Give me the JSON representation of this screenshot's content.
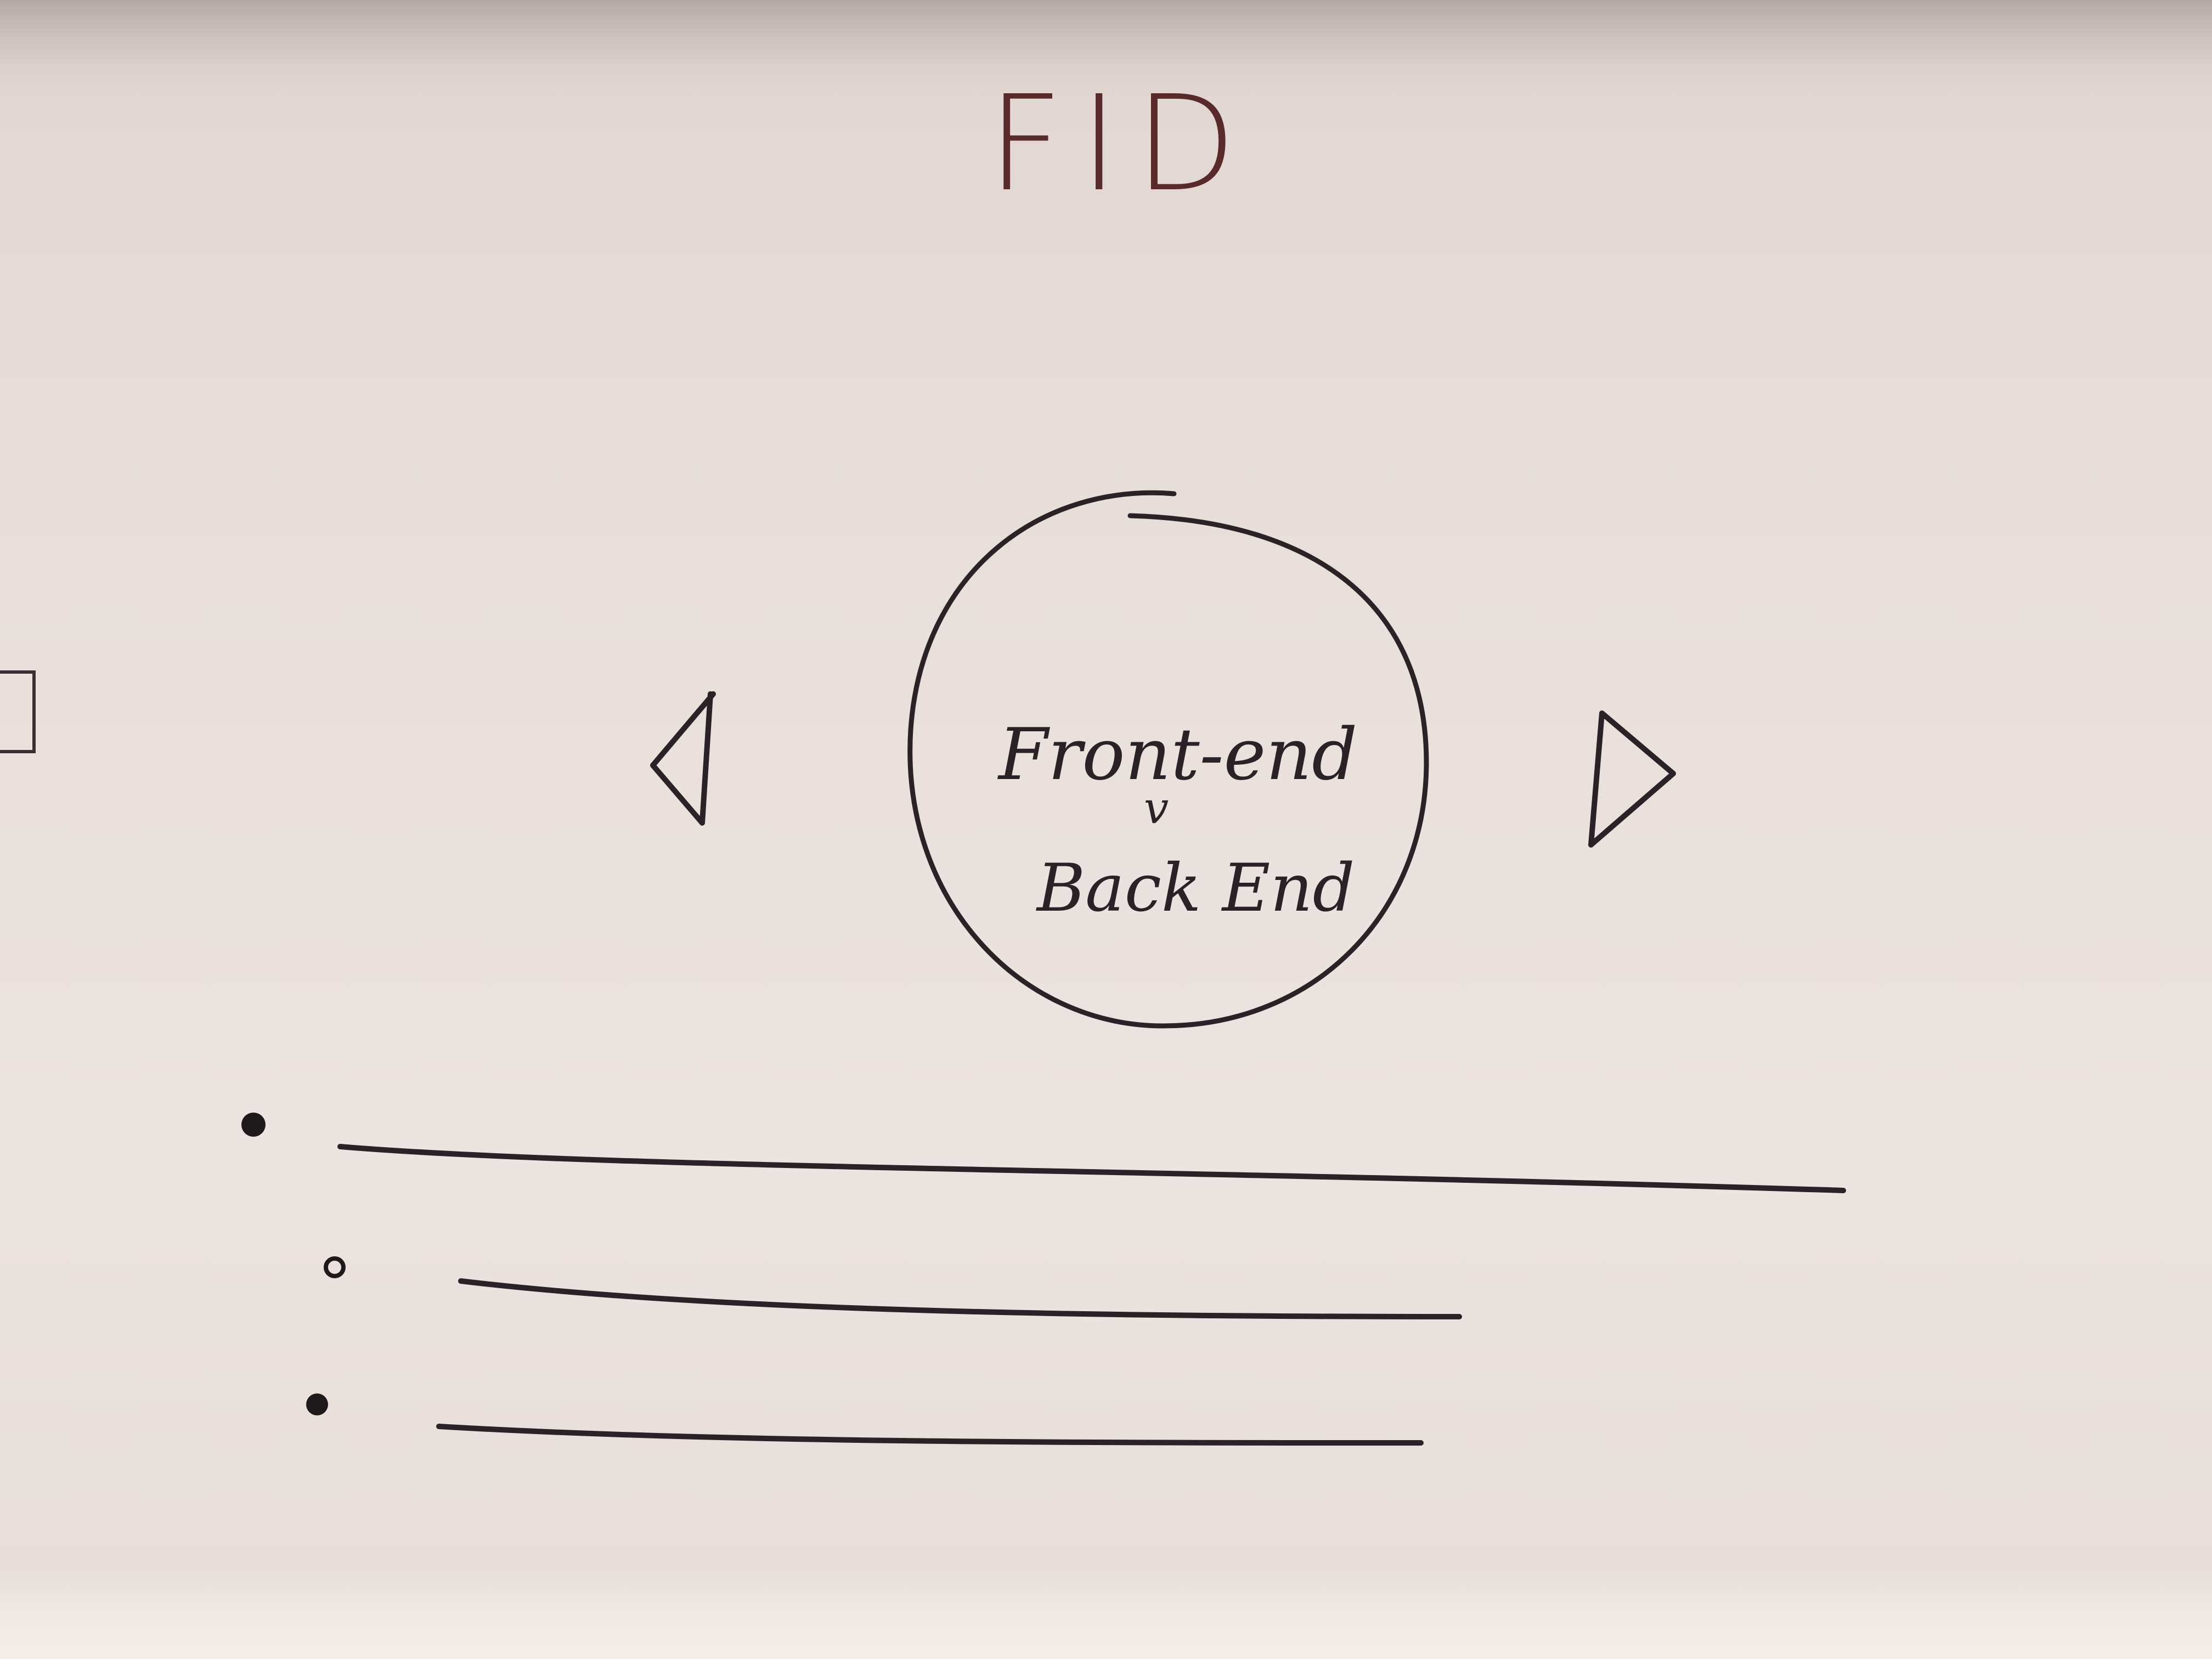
{
  "header": {
    "title": "FID"
  },
  "carousel": {
    "slide_line_1": "Front-end",
    "slide_connector": "v",
    "slide_line_2": "Back End",
    "prev_icon": "triangle-left-icon",
    "next_icon": "triangle-right-icon"
  },
  "list": {
    "items": [
      {
        "icon": "bullet-icon",
        "text": ""
      },
      {
        "icon": "bullet-icon",
        "text": ""
      },
      {
        "icon": "bullet-icon",
        "text": ""
      }
    ]
  },
  "colors": {
    "ink": "#2a2226",
    "title_ink": "#5a2a2a",
    "paper": "#ece4e0"
  }
}
